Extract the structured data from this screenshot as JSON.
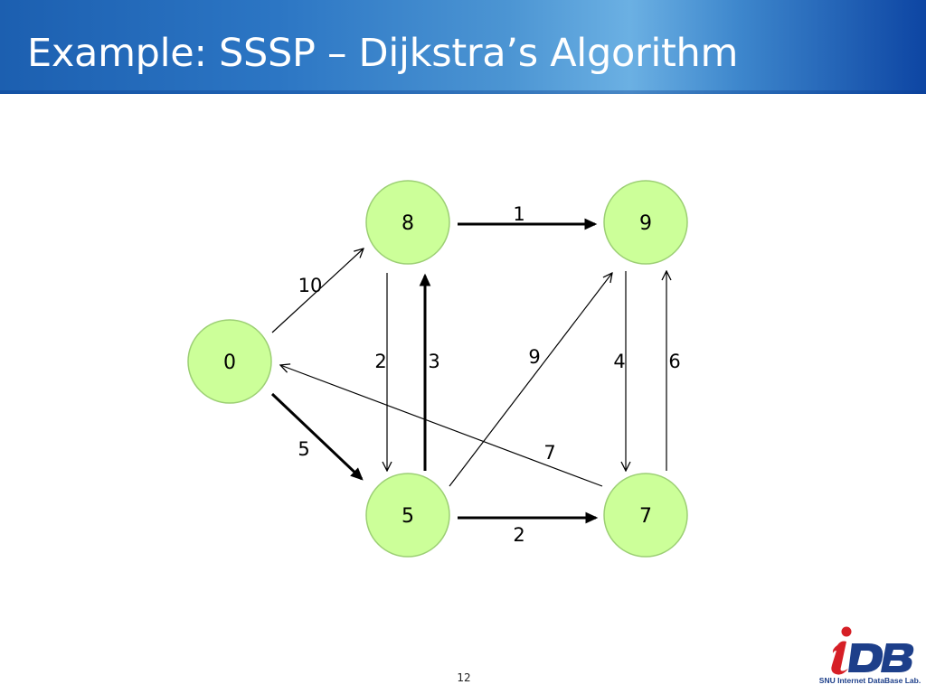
{
  "slide": {
    "title": "Example: SSSP – Dijkstra’s Algorithm",
    "page_number": "12"
  },
  "graph": {
    "nodes": [
      {
        "id": "0",
        "label": "0"
      },
      {
        "id": "8",
        "label": "8"
      },
      {
        "id": "9",
        "label": "9"
      },
      {
        "id": "5",
        "label": "5"
      },
      {
        "id": "7",
        "label": "7"
      }
    ],
    "edges": [
      {
        "from": "0",
        "to": "8",
        "weight": "10",
        "bold": false
      },
      {
        "from": "0",
        "to": "5",
        "weight": "5",
        "bold": true
      },
      {
        "from": "8",
        "to": "9",
        "weight": "1",
        "bold": true
      },
      {
        "from": "8",
        "to": "5",
        "weight": "2",
        "bold": false
      },
      {
        "from": "5",
        "to": "8",
        "weight": "3",
        "bold": true
      },
      {
        "from": "5",
        "to": "9",
        "weight": "9",
        "bold": false
      },
      {
        "from": "5",
        "to": "7",
        "weight": "2",
        "bold": true
      },
      {
        "from": "9",
        "to": "7",
        "weight": "4",
        "bold": false
      },
      {
        "from": "7",
        "to": "9",
        "weight": "6",
        "bold": false
      },
      {
        "from": "7",
        "to": "0",
        "weight": "7",
        "bold": false
      }
    ],
    "node_fill": "#ccff99",
    "node_stroke": "#9ccf74"
  },
  "logo": {
    "text": "SNU Internet DataBase Lab.",
    "primary_color": "#1d3f8a",
    "accent_color": "#d61f26"
  }
}
